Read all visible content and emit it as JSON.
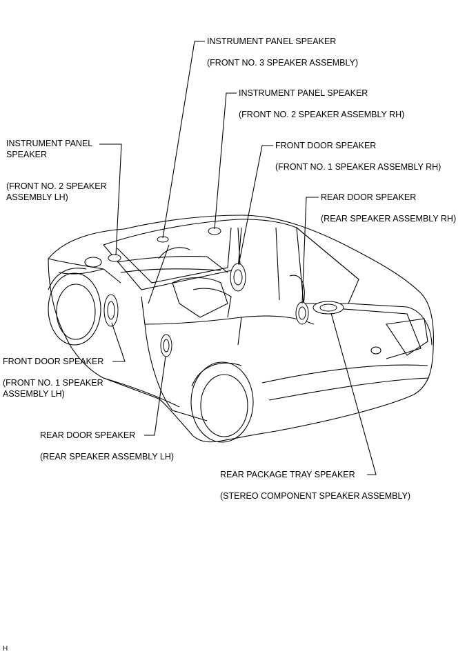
{
  "labels": {
    "ip_center_name": "INSTRUMENT PANEL SPEAKER",
    "ip_center_part": "(FRONT NO. 3 SPEAKER ASSEMBLY)",
    "ip_rh_name": "INSTRUMENT PANEL SPEAKER",
    "ip_rh_part": "(FRONT NO. 2 SPEAKER ASSEMBLY RH)",
    "ip_lh_name_1": "INSTRUMENT PANEL",
    "ip_lh_name_2": "SPEAKER",
    "ip_lh_part_1": "(FRONT NO. 2 SPEAKER",
    "ip_lh_part_2": "ASSEMBLY LH)",
    "fd_rh_name": "FRONT DOOR SPEAKER",
    "fd_rh_part": "(FRONT NO. 1 SPEAKER ASSEMBLY RH)",
    "rd_rh_name": "REAR DOOR SPEAKER",
    "rd_rh_part": "(REAR SPEAKER ASSEMBLY RH)",
    "fd_lh_name": "FRONT DOOR SPEAKER",
    "fd_lh_part_1": "(FRONT NO. 1 SPEAKER",
    "fd_lh_part_2": "ASSEMBLY LH)",
    "rd_lh_name": "REAR DOOR SPEAKER",
    "rd_lh_part": "(REAR SPEAKER ASSEMBLY LH)",
    "tray_name": "REAR PACKAGE TRAY SPEAKER",
    "tray_part": "(STEREO COMPONENT SPEAKER ASSEMBLY)"
  },
  "footer": {
    "code": "H"
  }
}
